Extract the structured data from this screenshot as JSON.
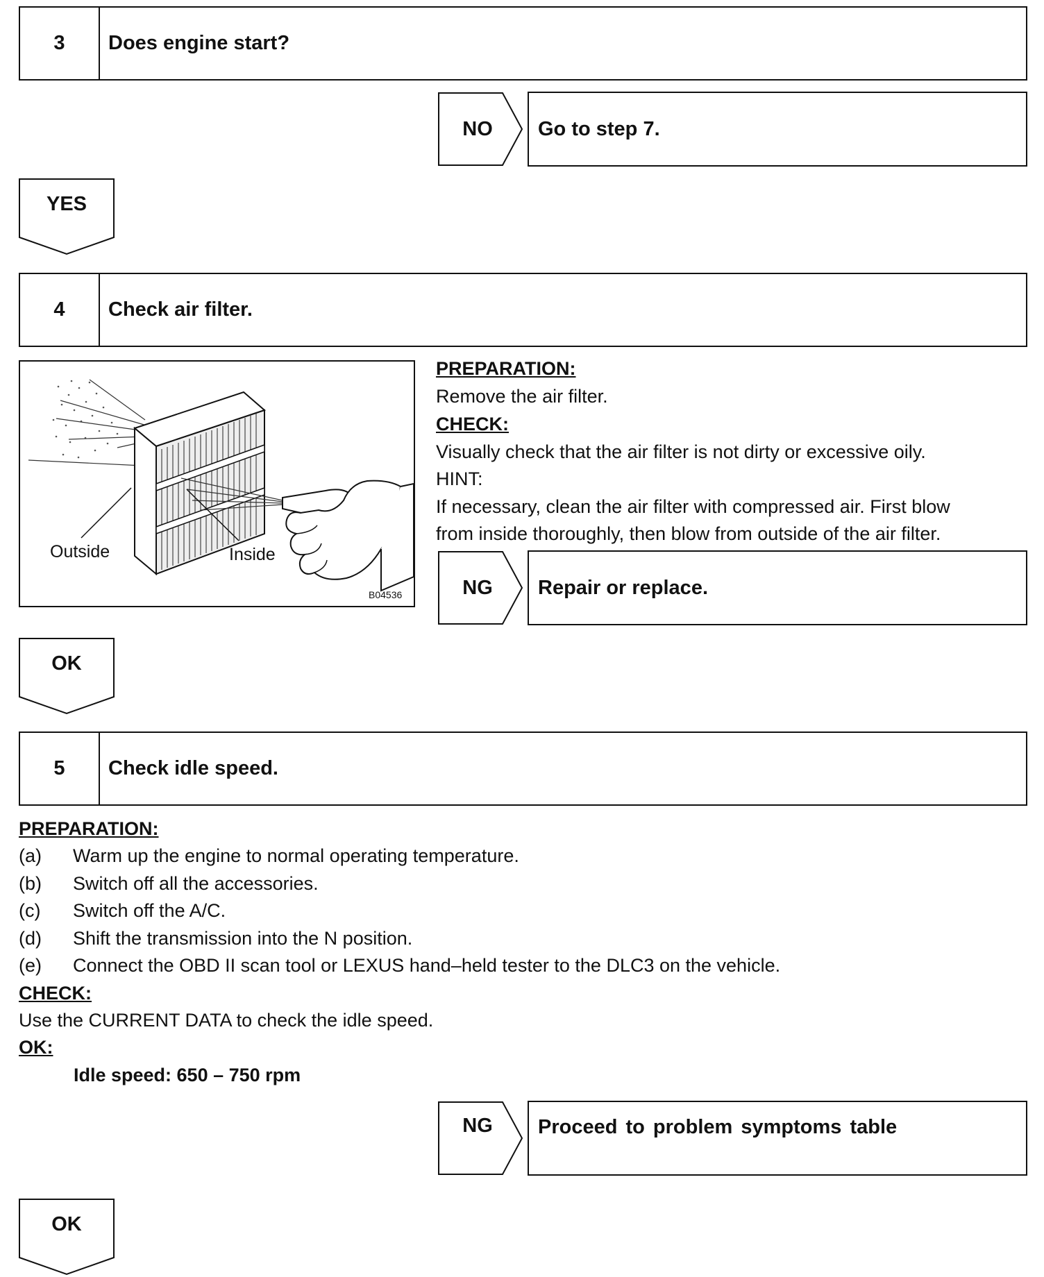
{
  "step3": {
    "number": "3",
    "title": "Does engine start?",
    "branch_label": "NO",
    "branch_result": "Go to step 7.",
    "continue_label": "YES"
  },
  "step4": {
    "number": "4",
    "title": "Check air filter.",
    "figure": {
      "label_outside": "Outside",
      "label_inside": "Inside",
      "code": "B04536"
    },
    "preparation_heading": "PREPARATION:",
    "preparation_text": "Remove the air filter.",
    "check_heading": "CHECK:",
    "check_text": "Visually check that the air filter is not dirty or excessive oily.",
    "hint_label": "HINT:",
    "hint_lines": [
      "If necessary, clean the air filter with compressed air. First blow",
      "from inside thoroughly, then blow from outside of the air filter."
    ],
    "branch_label": "NG",
    "branch_result": "Repair or replace.",
    "continue_label": "OK"
  },
  "step5": {
    "number": "5",
    "title": "Check idle speed.",
    "preparation_heading": "PREPARATION:",
    "preparation_items": [
      {
        "marker": "(a)",
        "text": "Warm up the engine to normal operating temperature."
      },
      {
        "marker": "(b)",
        "text": "Switch off all the accessories."
      },
      {
        "marker": "(c)",
        "text": "Switch off the A/C."
      },
      {
        "marker": "(d)",
        "text": "Shift the transmission into the N position."
      },
      {
        "marker": "(e)",
        "text": "Connect the OBD II scan tool or LEXUS hand–held tester to the DLC3 on the vehicle."
      }
    ],
    "check_heading": "CHECK:",
    "check_text": "Use the CURRENT DATA to check the idle speed.",
    "ok_heading": "OK:",
    "ok_spec": "Idle speed: 650 – 750 rpm",
    "branch_label": "NG",
    "branch_result": "Proceed to problem symptoms table",
    "continue_label": "OK"
  }
}
